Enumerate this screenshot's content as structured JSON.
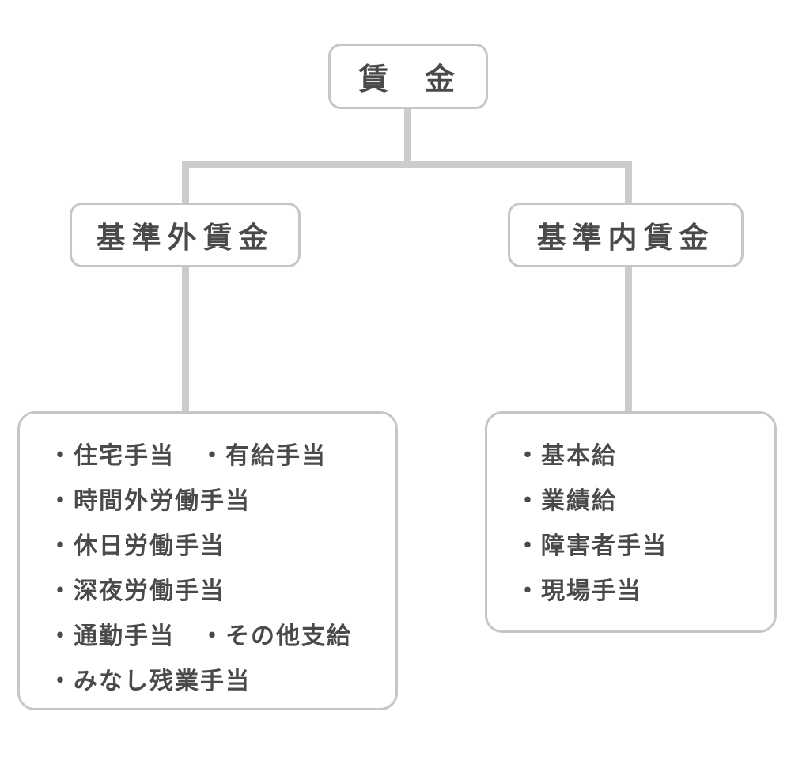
{
  "diagram": {
    "title_node": {
      "label": "賃　金"
    },
    "branches": [
      {
        "label": "基準外賃金",
        "items": [
          "・住宅手当　・有給手当",
          "・時間外労働手当",
          "・休日労働手当",
          "・深夜労働手当",
          "・通勤手当　・その他支給",
          "・みなし残業手当"
        ]
      },
      {
        "label": "基準内賃金",
        "items": [
          "・基本給",
          "・業績給",
          "・障害者手当",
          "・現場手当"
        ]
      }
    ],
    "colors": {
      "connector_line": "#cccccc",
      "box_border": "#c6c6c6",
      "text": "#4a4a4a",
      "background": "#ffffff"
    }
  }
}
